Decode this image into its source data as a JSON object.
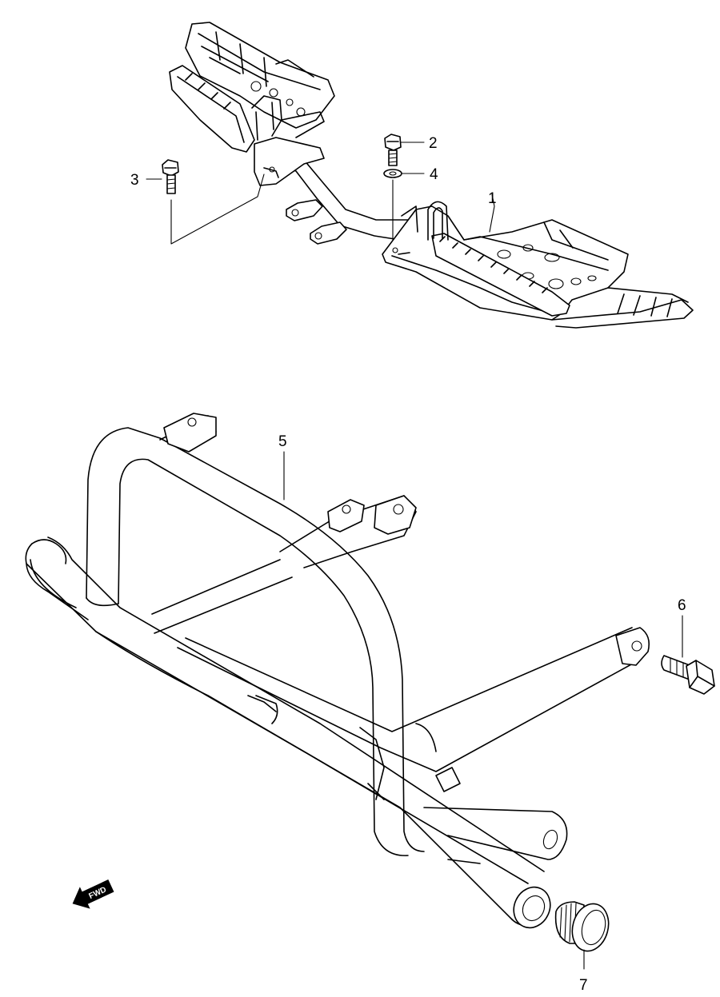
{
  "callouts": {
    "p1": "1",
    "p2": "2",
    "p3": "3",
    "p4": "4",
    "p5": "5",
    "p6": "6",
    "p7": "7"
  },
  "direction_badge": {
    "label": "FWD",
    "icon": "forward-arrow-icon"
  }
}
